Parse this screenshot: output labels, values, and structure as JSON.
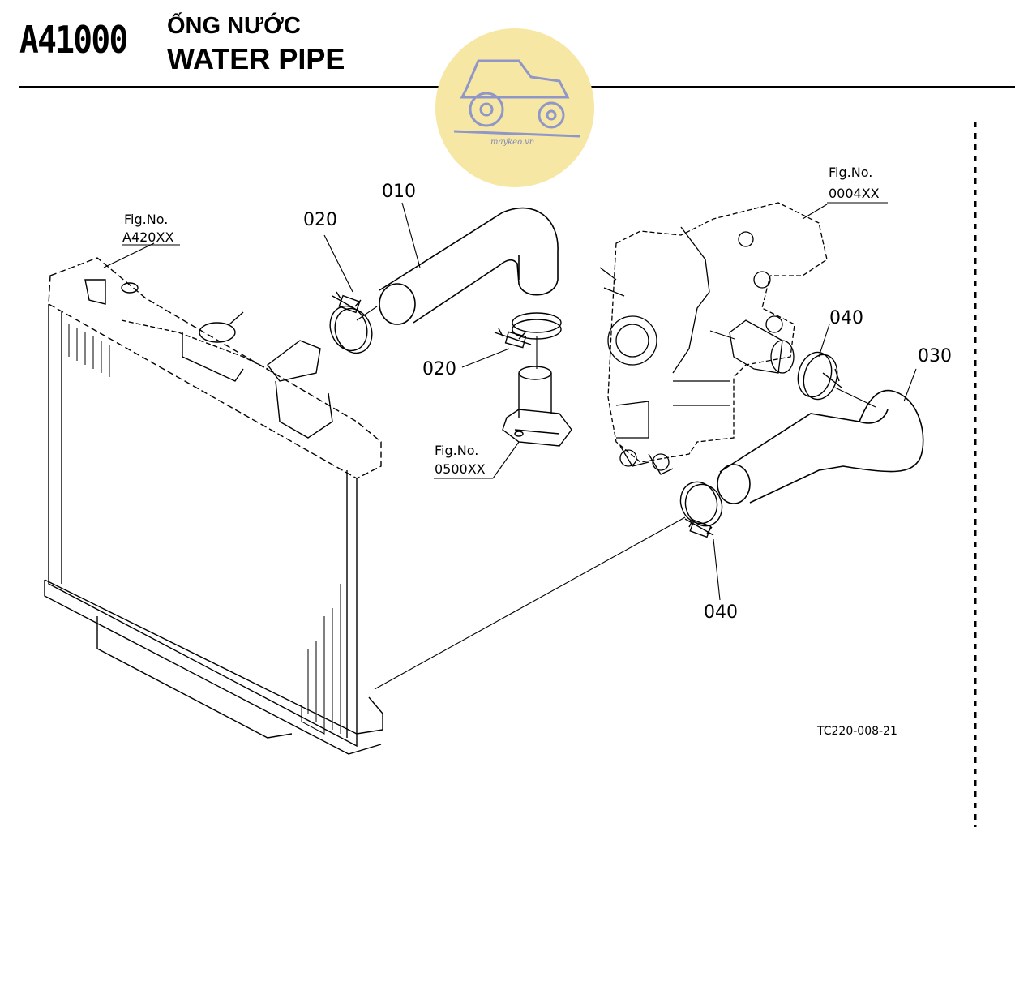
{
  "header": {
    "code": "A41000",
    "title_vi": "ỐNG NƯỚC",
    "title_en": "WATER PIPE"
  },
  "watermark": {
    "text": "maykeo.vn",
    "color": "#f7e7a5",
    "icon": "tractor-icon"
  },
  "callouts": {
    "p010": "010",
    "p020_top": "020",
    "p020_mid": "020",
    "p030": "030",
    "p040_top": "040",
    "p040_bottom": "040"
  },
  "fig_refs": {
    "radiator": {
      "label": "Fig.No.",
      "code": "A420XX"
    },
    "engine": {
      "label": "Fig.No.",
      "code": "0004XX"
    },
    "thermostat": {
      "label": "Fig.No.",
      "code": "0500XX"
    }
  },
  "drawing_id": "TC220-008-21"
}
